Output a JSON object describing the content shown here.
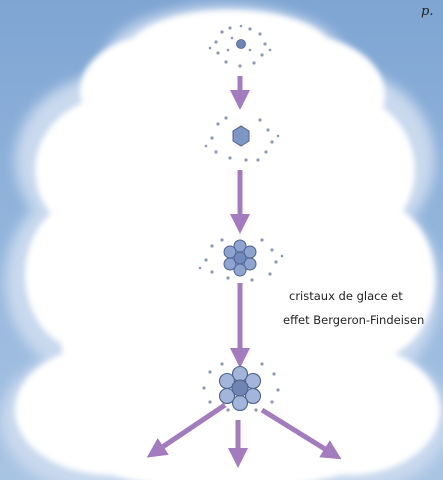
{
  "page_mark": "p.",
  "caption": {
    "line1": "cristaux de glace et",
    "line2": "effet Bergeron-Findeisen"
  },
  "colors": {
    "sky": "#8fb1d8",
    "cloud": "#ffffff",
    "arrow": "#a27cbf",
    "crystal": "#6f86b4",
    "droplet": "#8e99b3"
  },
  "stages": [
    {
      "name": "cloud-droplets-with-ice-nucleus"
    },
    {
      "name": "small-ice-crystal"
    },
    {
      "name": "growing-ice-crystal"
    },
    {
      "name": "large-ice-crystal"
    }
  ]
}
